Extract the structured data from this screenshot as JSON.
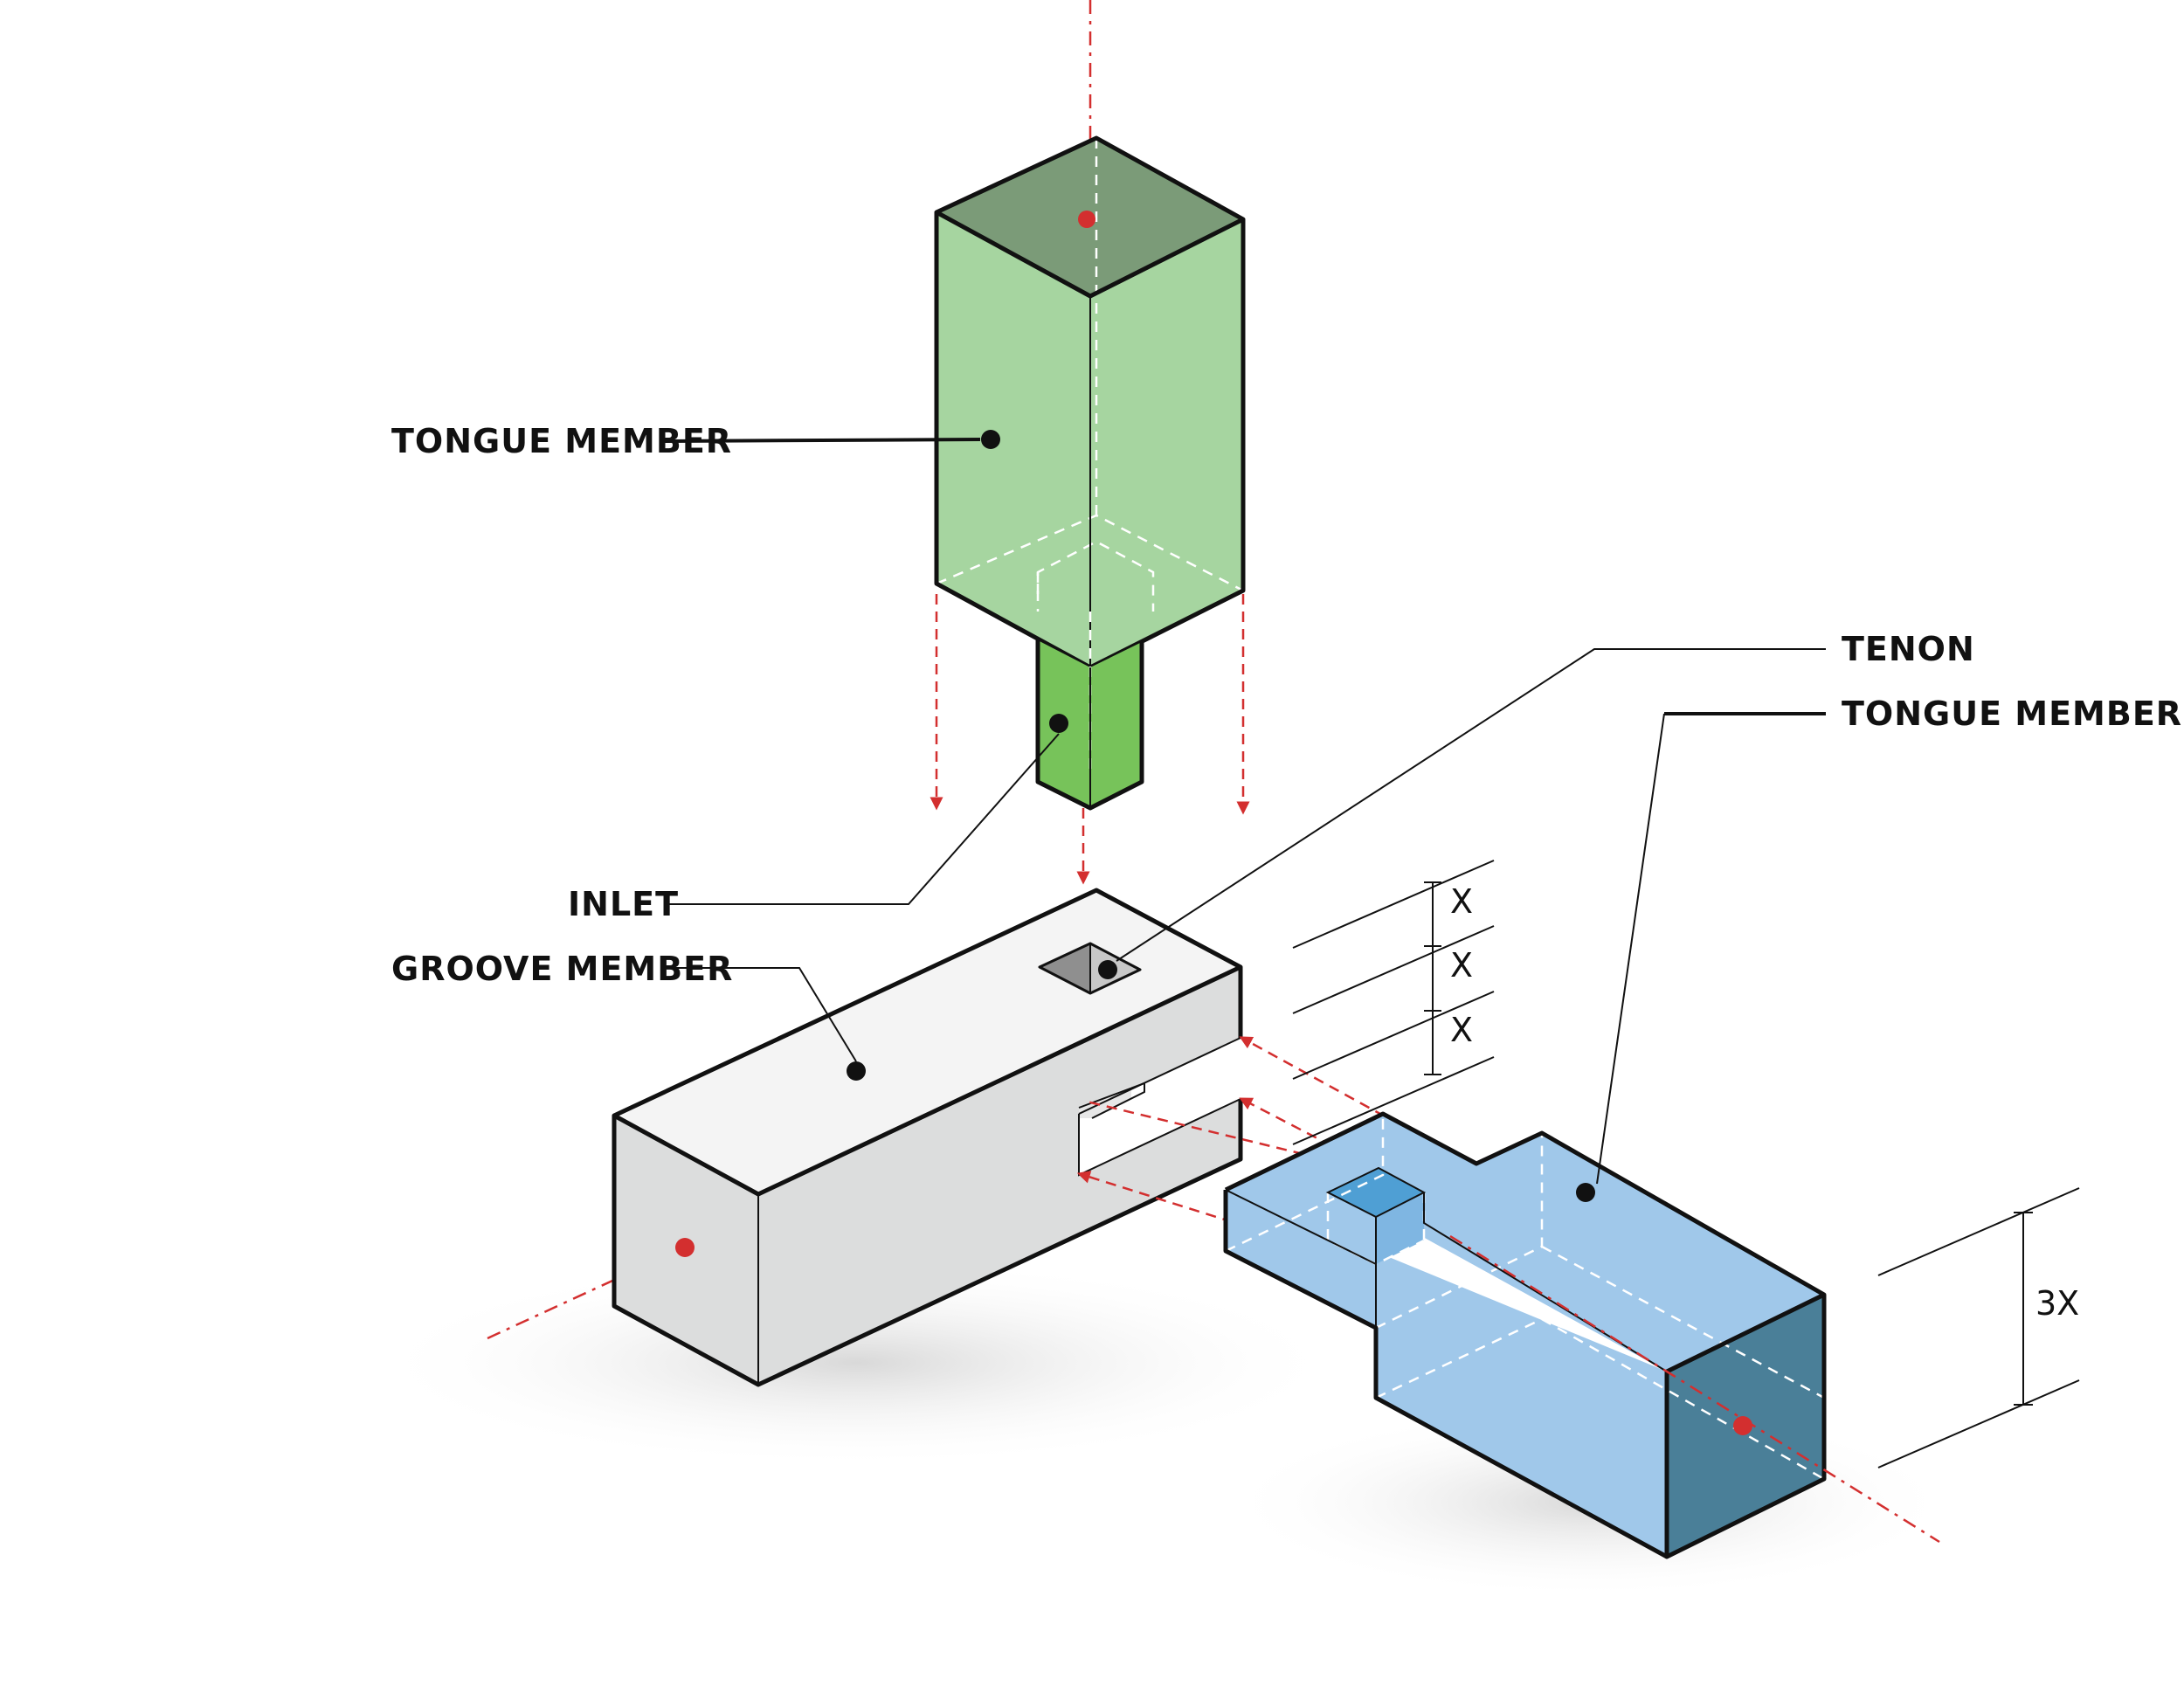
{
  "labels": {
    "tongue_member_top": "TONGUE MEMBER",
    "inlet": "INLET",
    "groove_member": "GROOVE MEMBER",
    "tenon": "TENON",
    "tongue_member_right": "TONGUE MEMBER"
  },
  "dimensions": {
    "x1": "X",
    "x2": "X",
    "x3": "X",
    "three_x": "3X"
  },
  "colors": {
    "green_face": "#a6d5a0",
    "green_top": "#7b9b78",
    "green_tenon": "#77c35a",
    "grey_front": "#dcdddd",
    "grey_top": "#f4f4f4",
    "blue_face": "#a0c8ea",
    "blue_dark": "#4a7f98",
    "axis_red": "#d32f2f"
  }
}
